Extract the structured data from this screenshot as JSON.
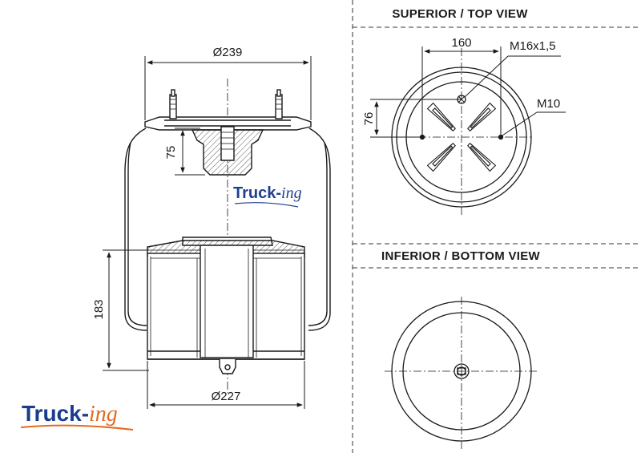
{
  "views": {
    "top_title": "SUPERIOR / TOP VIEW",
    "bottom_title": "INFERIOR / BOTTOM VIEW"
  },
  "dimensions": {
    "top_diameter": "Ø239",
    "bottom_diameter": "Ø227",
    "stud_height": "75",
    "piston_height": "183",
    "stud_spacing": "160",
    "stud_offset": "76",
    "thread_spec": "M16x1,5",
    "bolt_spec": "M10"
  },
  "brand": {
    "watermark_bold": "Truck-",
    "watermark_italic": "ing",
    "logo_bold": "Truck-",
    "logo_italic": "ing",
    "logo_primary_color": "#1a3c8c",
    "logo_accent_color": "#e46a1e"
  }
}
